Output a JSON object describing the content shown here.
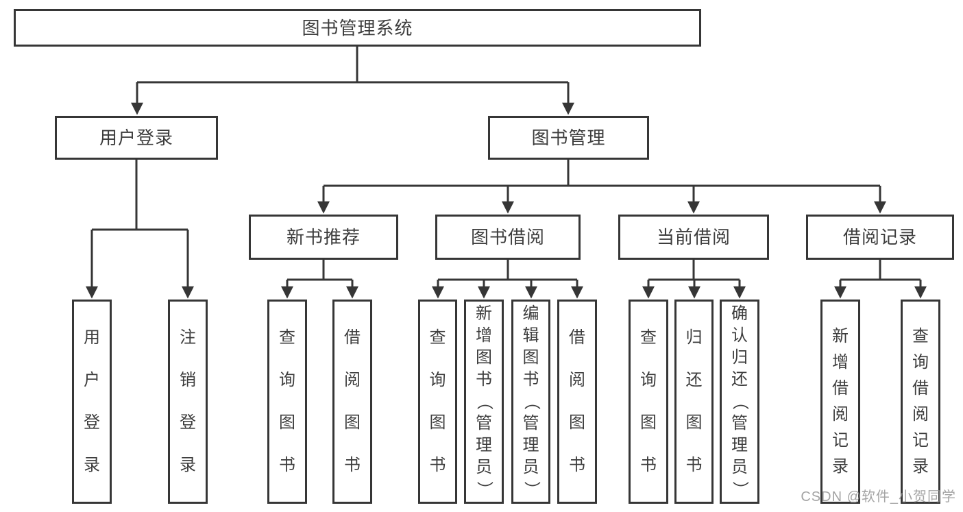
{
  "diagram": {
    "colors": {
      "line": "#363636",
      "box_border": "#363636",
      "box_background": "#ffffff",
      "text": "#3d3d3d",
      "watermark_text_color": "#949494"
    },
    "tree": {
      "label": "图书管理系统",
      "children": [
        {
          "label": "用户登录",
          "children": [
            {
              "label": "用户登录"
            },
            {
              "label": "注销登录"
            }
          ]
        },
        {
          "label": "图书管理",
          "children": [
            {
              "label": "新书推荐",
              "children": [
                {
                  "label": "查询图书"
                },
                {
                  "label": "借阅图书"
                }
              ]
            },
            {
              "label": "图书借阅",
              "children": [
                {
                  "label": "查询图书"
                },
                {
                  "label": "新增图书（管理员）"
                },
                {
                  "label": "编辑图书（管理员）"
                },
                {
                  "label": "借阅图书"
                }
              ]
            },
            {
              "label": "当前借阅",
              "children": [
                {
                  "label": "查询图书"
                },
                {
                  "label": "归还图书"
                },
                {
                  "label": "确认归还（管理员）"
                }
              ]
            },
            {
              "label": "借阅记录",
              "children": [
                {
                  "label": "新增借阅记录"
                },
                {
                  "label": "查询借阅记录"
                }
              ]
            }
          ]
        }
      ]
    },
    "watermark": "CSDN @软件_小贺同学"
  }
}
